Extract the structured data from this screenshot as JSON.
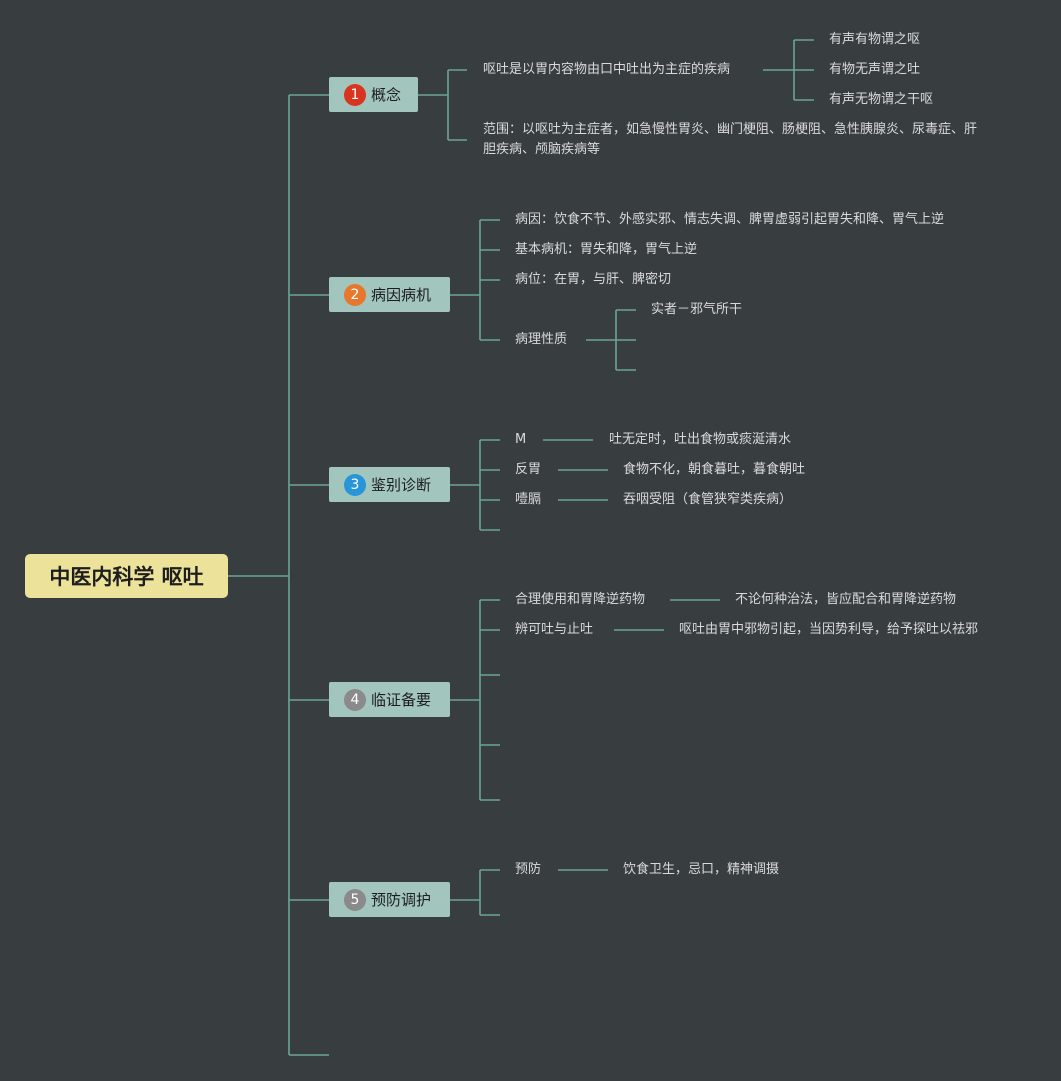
{
  "root": "中医内科学 呕吐",
  "colors": {
    "line": "#6aa595",
    "background": "#383d40",
    "root_fill": "#ece29a",
    "branch_fill": "#a2c6bd"
  },
  "branches": [
    {
      "num": "1",
      "label": "概念",
      "badge_color": "#d9341f",
      "items": [
        {
          "text": "呕吐是以胃内容物由口中吐出为主症的疾病",
          "children": [
            "有声有物谓之呕",
            "有物无声谓之吐",
            "有声无物谓之干呕"
          ]
        },
        {
          "text": "范围：以呕吐为主症者，如急慢性胃炎、幽门梗阻、肠梗阻、急性胰腺炎、尿毒症、肝胆疾病、颅脑疾病等"
        }
      ]
    },
    {
      "num": "2",
      "label": "病因病机",
      "badge_color": "#e8762c",
      "items": [
        {
          "text": "病因：饮食不节、外感实邪、情志失调、脾胃虚弱引起胃失和降、胃气上逆"
        },
        {
          "text": "基本病机：胃失和降，胃气上逆"
        },
        {
          "text": "病位：在胃，与肝、脾密切"
        },
        {
          "text": "病理性质",
          "children": [
            "实者－邪气所干",
            "",
            ""
          ]
        }
      ]
    },
    {
      "num": "3",
      "label": "鉴别诊断",
      "badge_color": "#2795d8",
      "items": [
        {
          "text": "M",
          "detail": "吐无定时，吐出食物或痰涎清水"
        },
        {
          "text": "反胃",
          "detail": "食物不化，朝食暮吐，暮食朝吐"
        },
        {
          "text": "噎膈",
          "detail": "吞咽受阻（食管狭窄类疾病）"
        },
        {
          "text": ""
        }
      ]
    },
    {
      "num": "4",
      "label": "临证备要",
      "badge_color": "#8a8a8a",
      "items": [
        {
          "text": "合理使用和胃降逆药物",
          "detail": "不论何种治法，皆应配合和胃降逆药物"
        },
        {
          "text": "辨可吐与止吐",
          "detail": "呕吐由胃中邪物引起，当因势利导，给予探吐以祛邪"
        },
        {
          "text": ""
        },
        {
          "text": ""
        },
        {
          "text": ""
        }
      ]
    },
    {
      "num": "5",
      "label": "预防调护",
      "badge_color": "#8a8a8a",
      "items": [
        {
          "text": "预防",
          "detail": "饮食卫生，忌口，精神调摄"
        },
        {
          "text": ""
        }
      ]
    }
  ]
}
